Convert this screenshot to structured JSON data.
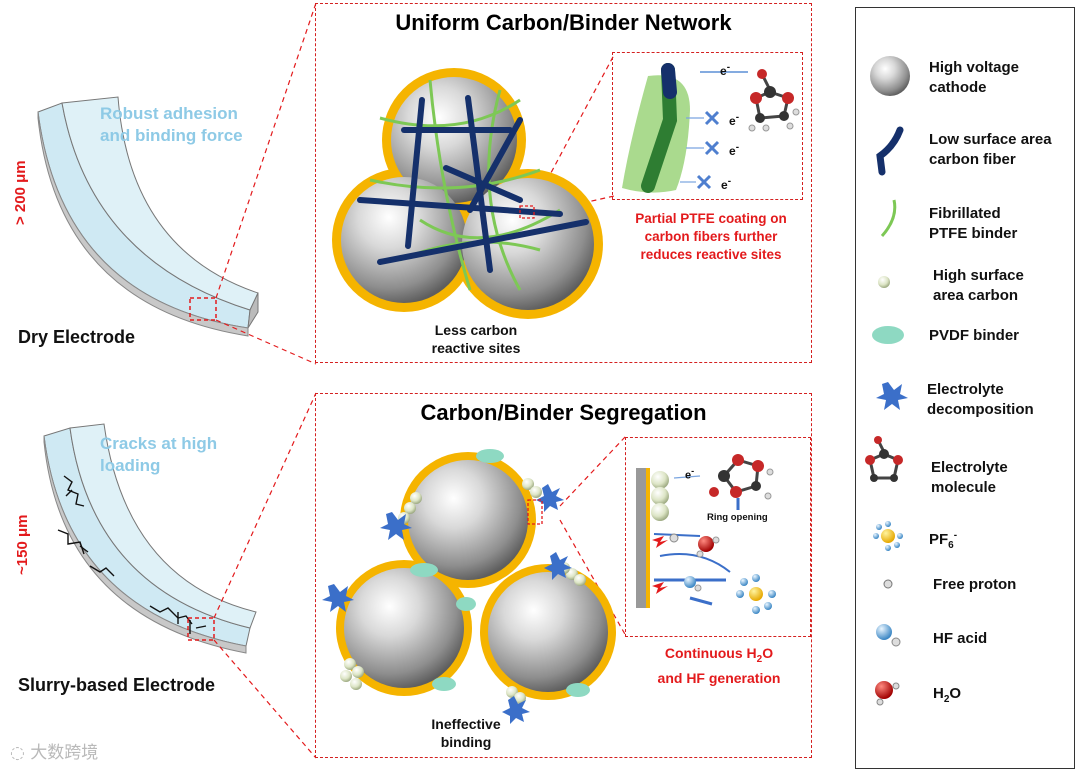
{
  "dry": {
    "adhesion": [
      "Robust adhesion",
      "and binding force"
    ],
    "thickness": "> 200 μm",
    "label": "Dry Electrode"
  },
  "slurry": {
    "cracks": [
      "Cracks at high",
      "loading"
    ],
    "thickness": "~150 μm",
    "label": "Slurry-based Electrode"
  },
  "top_panel": {
    "title": "Uniform Carbon/Binder Network",
    "less_sites": [
      "Less carbon",
      "reactive sites"
    ],
    "note": [
      "Partial PTFE coating on",
      "carbon fibers further",
      "reduces reactive sites"
    ],
    "electron": "e"
  },
  "bottom_panel": {
    "title": "Carbon/Binder Segregation",
    "ineffective": [
      "Ineffective",
      "binding"
    ],
    "ring_opening": "Ring opening",
    "electron": "e",
    "generation_line1_pre": "Continuous H",
    "generation_line1_sub": "2",
    "generation_line1_post": "O",
    "generation_line2": "and HF generation"
  },
  "legend": {
    "items": [
      {
        "icon": "high-voltage-cathode-icon",
        "label": [
          "High voltage",
          "cathode"
        ]
      },
      {
        "icon": "carbon-fiber-icon",
        "label": [
          "Low surface area",
          "carbon fiber"
        ]
      },
      {
        "icon": "ptfe-binder-icon",
        "label": [
          "Fibrillated",
          "PTFE binder"
        ]
      },
      {
        "icon": "high-surface-carbon-icon",
        "label": [
          "High surface",
          "area carbon"
        ]
      },
      {
        "icon": "pvdf-binder-icon",
        "label": [
          "PVDF binder"
        ]
      },
      {
        "icon": "electrolyte-decomposition-icon",
        "label": [
          "Electrolyte",
          "decomposition"
        ]
      },
      {
        "icon": "electrolyte-molecule-icon",
        "label": [
          "Electrolyte",
          "molecule"
        ]
      },
      {
        "icon": "pf6-icon",
        "label_pre": "PF",
        "label_sub": "6",
        "label_sup": "-"
      },
      {
        "icon": "free-proton-icon",
        "label": [
          "Free proton"
        ]
      },
      {
        "icon": "hf-acid-icon",
        "label": [
          "HF acid"
        ]
      },
      {
        "icon": "h2o-icon",
        "label_pre": "H",
        "label_sub": "2",
        "label_post": "O"
      }
    ]
  },
  "watermark": "大数跨境",
  "colors": {
    "red": "#e31a1c",
    "light_blue": "#8ecae6",
    "ptfe": "#7dc855",
    "fiber": "#15306b",
    "pvdf": "#8ed9c2",
    "yellow": "#f5b400"
  }
}
